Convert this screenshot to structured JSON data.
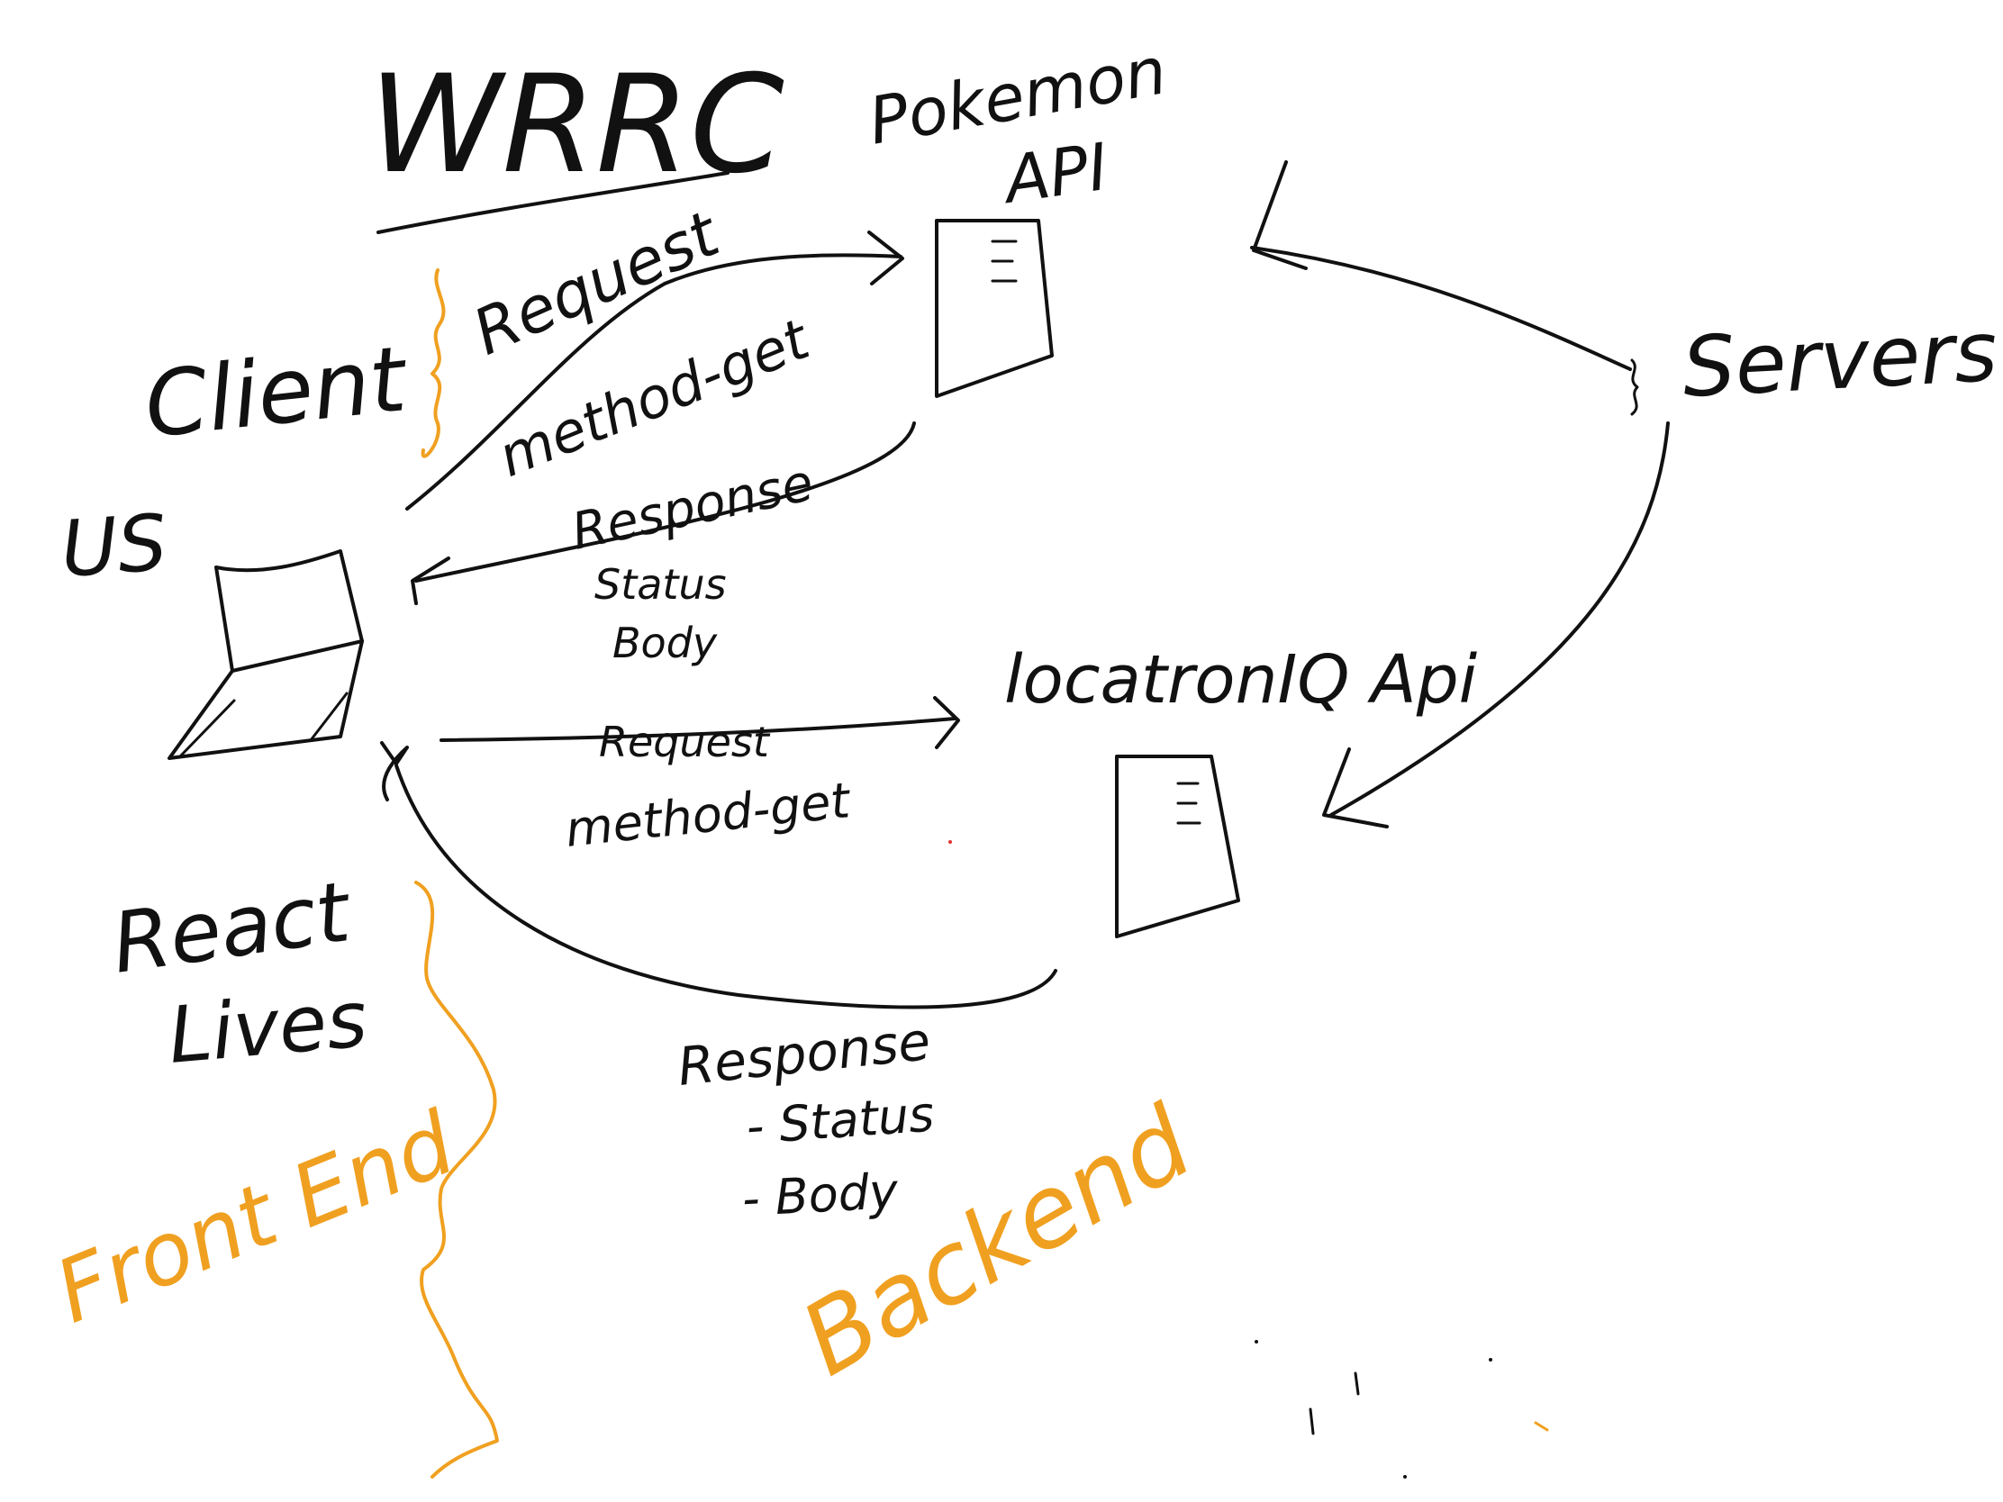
{
  "title": "WRRC",
  "colors": {
    "ink": "#111111",
    "accent": "#f0a020",
    "background": "#ffffff"
  },
  "labels": {
    "client": "Client",
    "us": "US",
    "react_lives": [
      "React",
      "Lives"
    ],
    "front_end": "Front End",
    "backend": "Backend",
    "servers": "Servers",
    "pokemon_api": [
      "Pokemon",
      "API"
    ],
    "locationiq_api": "locatronIQ Api"
  },
  "flows": {
    "top_request": {
      "title": "Request",
      "method": "method-get"
    },
    "top_response": {
      "title": "Response",
      "items": [
        "Status",
        "Body"
      ]
    },
    "bottom_request": {
      "title": "Request",
      "method": "method-get"
    },
    "bottom_response": {
      "title": "Response",
      "items": [
        "- Status",
        "- Body"
      ]
    }
  },
  "icons": {
    "client_device": "laptop-icon",
    "pokemon_server": "server-icon",
    "locationiq_server": "server-icon"
  }
}
